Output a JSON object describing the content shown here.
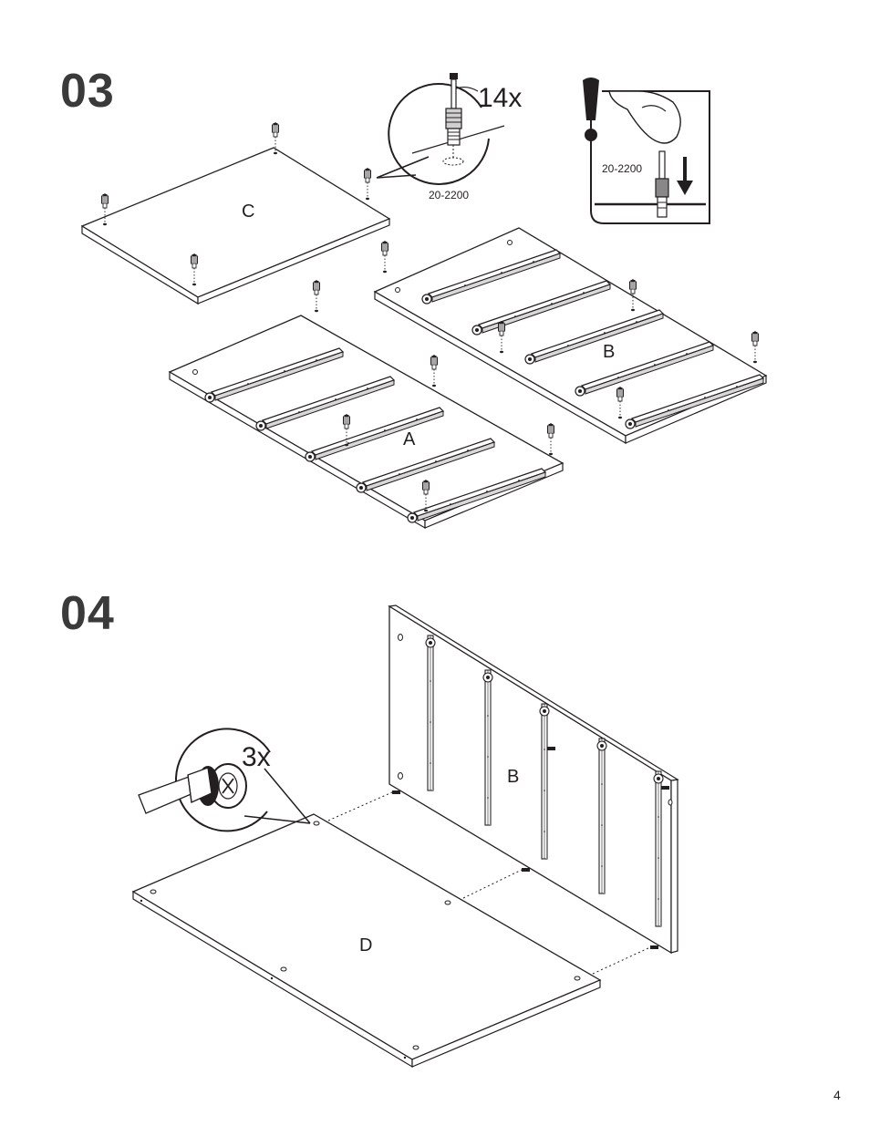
{
  "page": {
    "number": "4"
  },
  "steps": [
    {
      "number": "03",
      "callout": {
        "quantity": "14x",
        "part_code": "20-2200"
      },
      "warning_inset": {
        "part_code": "20-2200",
        "icon": "warning-exclamation-icon"
      },
      "panels": [
        "C",
        "A",
        "B"
      ]
    },
    {
      "number": "04",
      "callout": {
        "quantity": "3x",
        "tool": "screwdriver-icon"
      },
      "panels": [
        "B",
        "D"
      ]
    }
  ]
}
